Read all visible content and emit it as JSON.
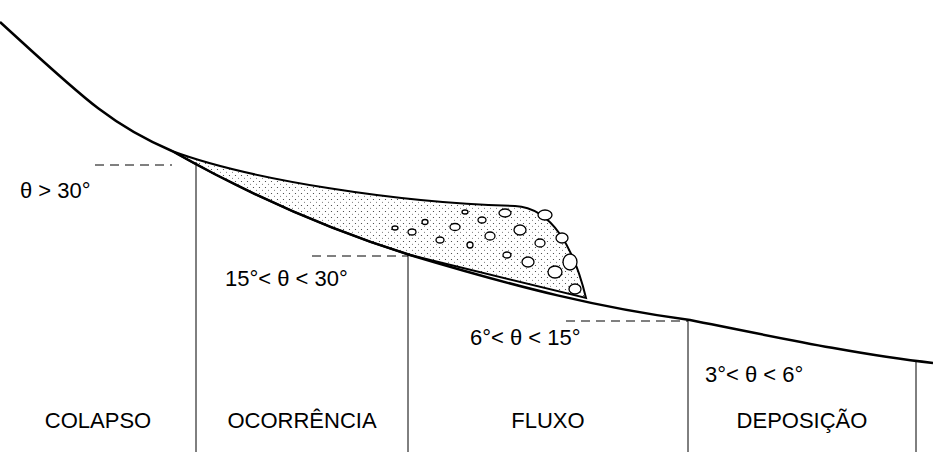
{
  "diagram": {
    "labels": [
      "θ > 30°",
      "15°< θ < 30°",
      "6°< θ < 15°",
      "3°< θ < 6°",
      "COLAPSO",
      "OCORRÊNCIA",
      "FLUXO",
      "DEPOSIÇÃO"
    ]
  }
}
